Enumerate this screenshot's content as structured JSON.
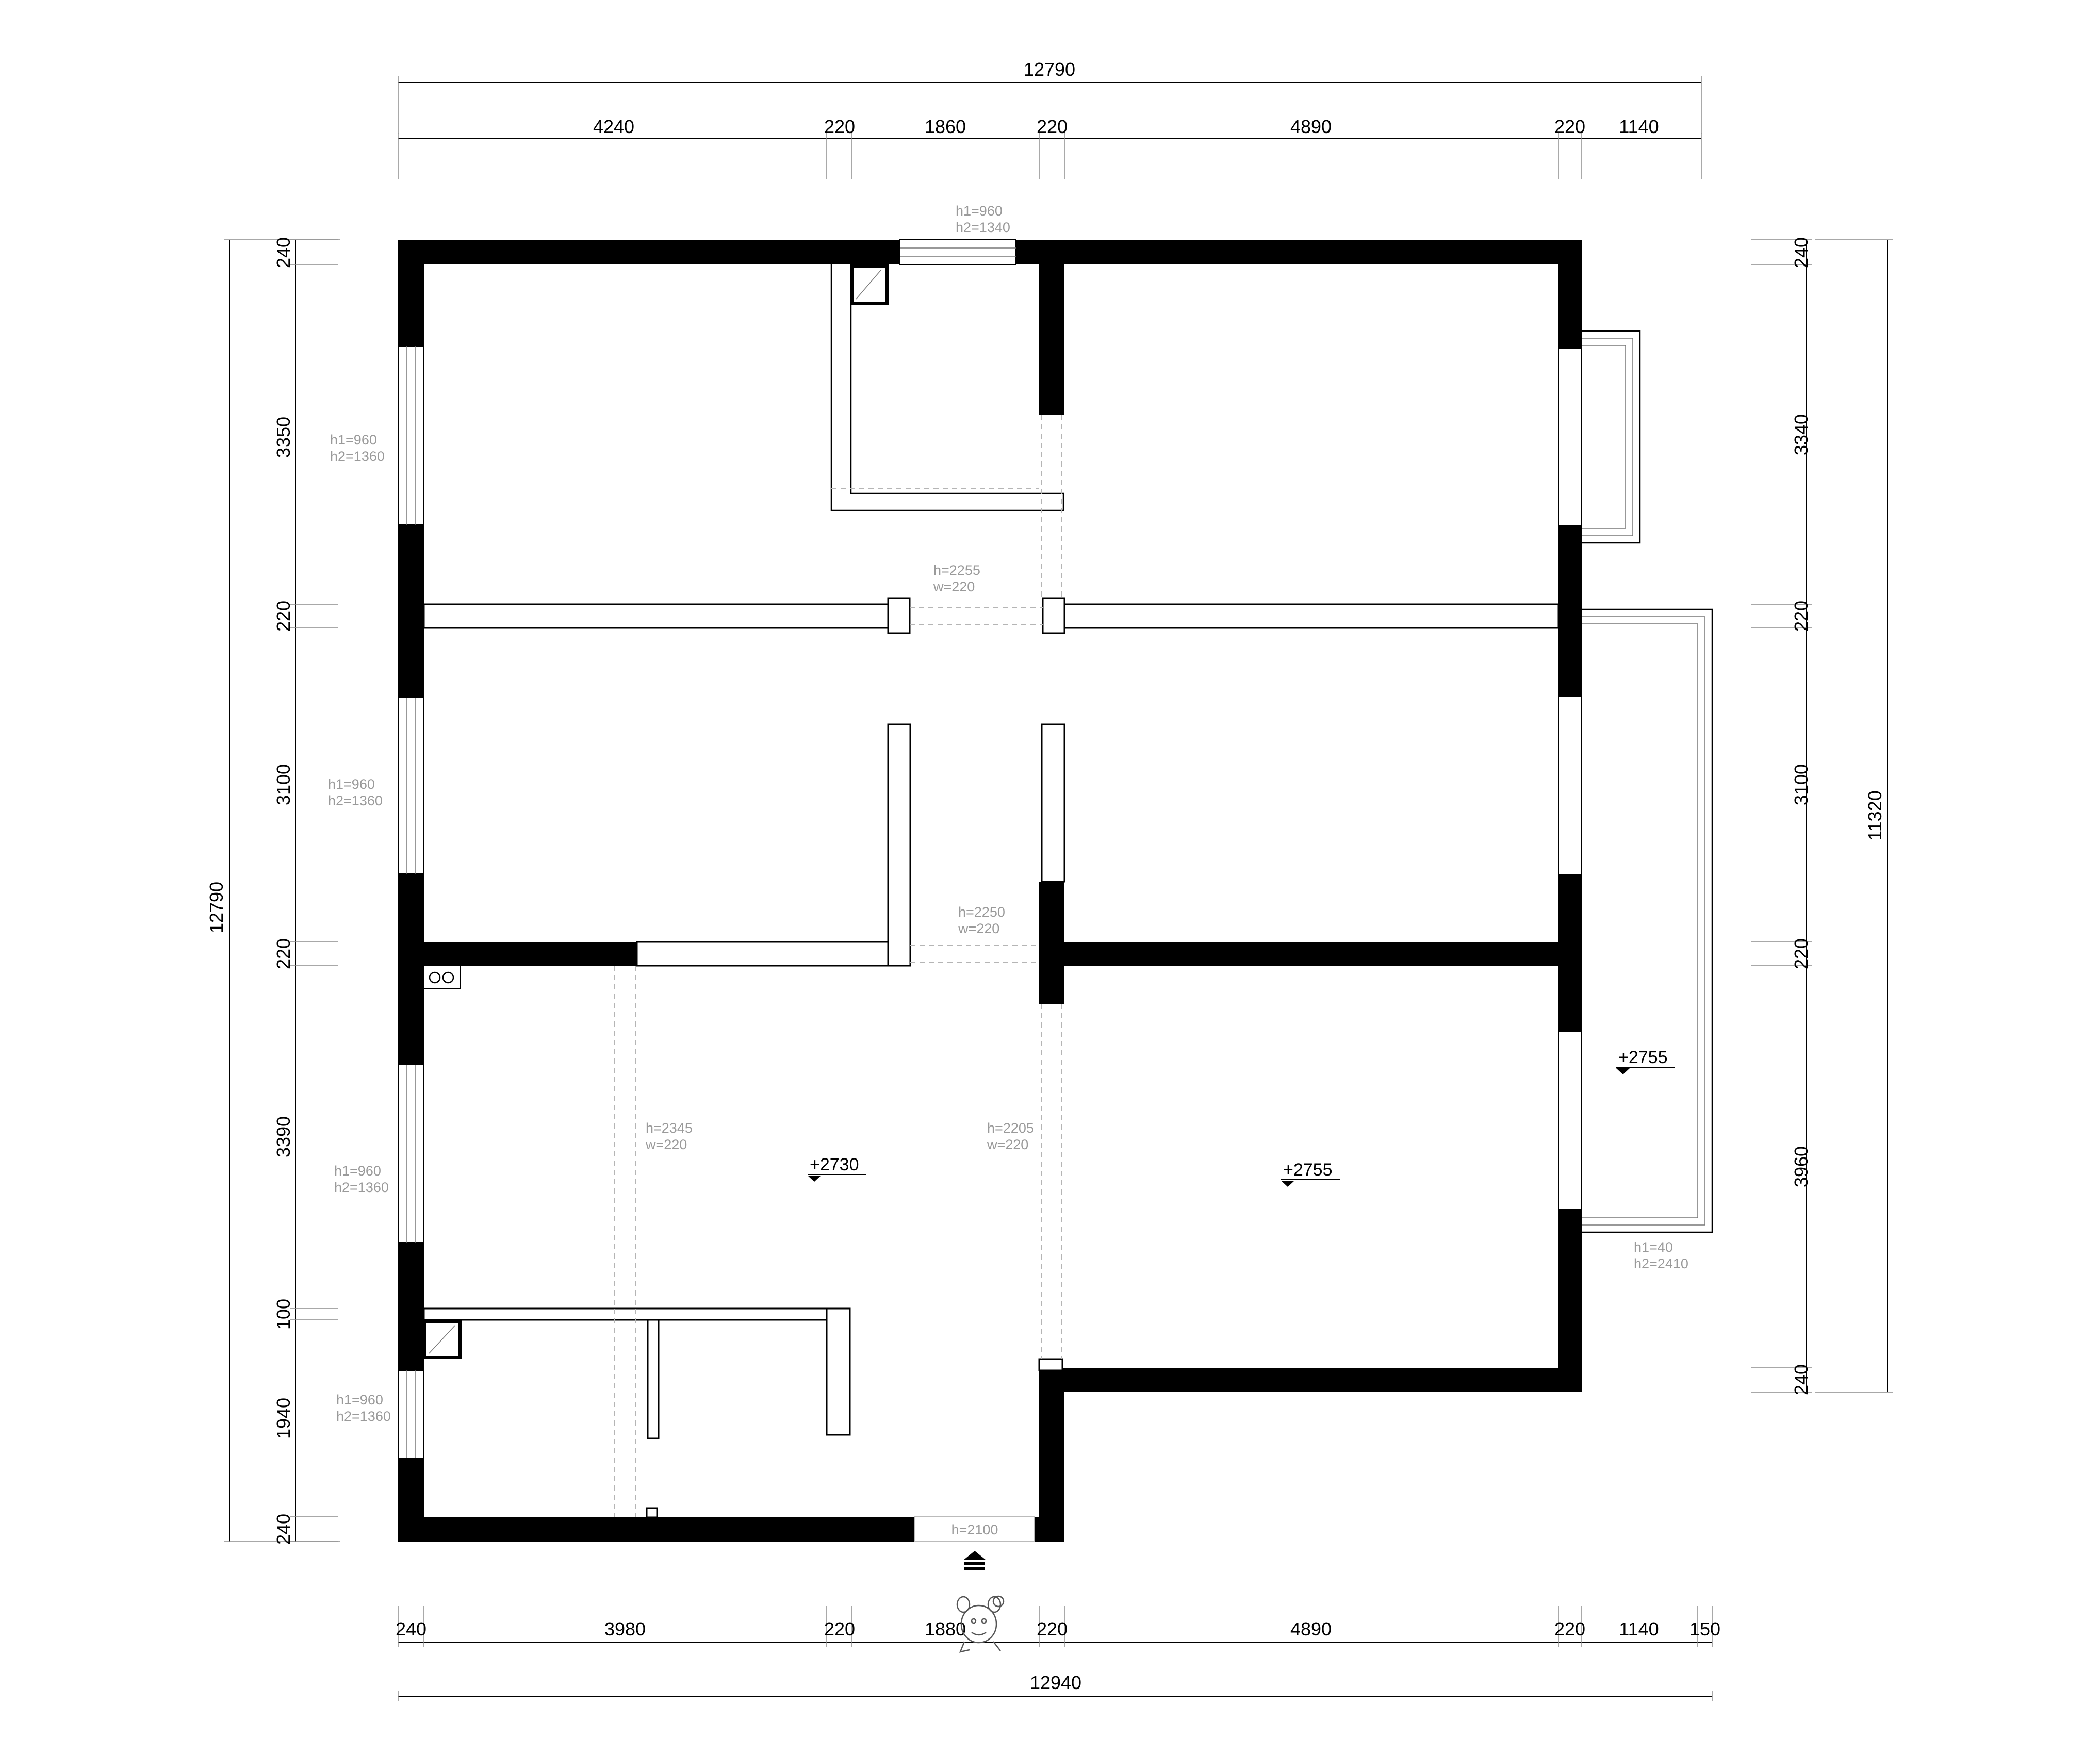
{
  "dimensions": {
    "top_total": "12790",
    "top_segments": [
      "4240",
      "220",
      "1860",
      "220",
      "4890",
      "220",
      "1140"
    ],
    "bottom_segments": [
      "240",
      "3980",
      "220",
      "1880",
      "220",
      "4890",
      "220",
      "1140",
      "150"
    ],
    "bottom_total": "12940",
    "left_total": "12790",
    "left_segments": [
      "240",
      "3350",
      "220",
      "3100",
      "220",
      "3390",
      "100",
      "1940",
      "240"
    ],
    "right_segments": [
      "240",
      "3340",
      "220",
      "3100",
      "220",
      "3960",
      "240"
    ],
    "right_total": "11320"
  },
  "notes": {
    "top_window": [
      "h1=960",
      "h2=1340"
    ],
    "left_window_1": [
      "h1=960",
      "h2=1360"
    ],
    "left_window_2": [
      "h1=960",
      "h2=1360"
    ],
    "left_window_3": [
      "h1=960",
      "h2=1360"
    ],
    "left_window_4": [
      "h1=960",
      "h2=1360"
    ],
    "opening_1": [
      "h=2255",
      "w=220"
    ],
    "opening_2": [
      "h=2250",
      "w=220"
    ],
    "opening_3": [
      "h=2345",
      "w=220"
    ],
    "opening_4": [
      "h=2205",
      "w=220"
    ],
    "balcony_window": [
      "h1=40",
      "h2=2410"
    ],
    "entry_door": "h=2100"
  },
  "levels": {
    "living": "+2730",
    "bedroom": "+2755",
    "balcony": "+2755"
  },
  "icons": {
    "entry_arrow": "entry-arrow-icon",
    "mascot": "mascot-icon"
  }
}
